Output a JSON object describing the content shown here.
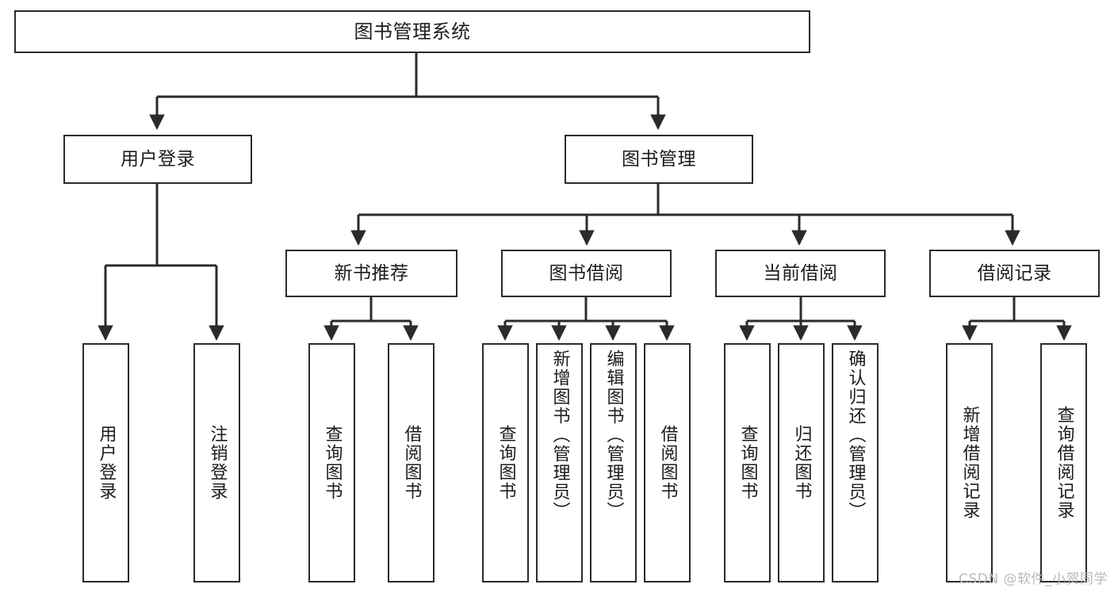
{
  "diagram": {
    "title": "图书管理系统",
    "type": "tree",
    "orientation": "top-down",
    "colors": {
      "box_border": "#2b2b2b",
      "box_fill": "#ffffff",
      "edge": "#2b2b2b",
      "text": "#1c1c1c",
      "watermark": "#b9b9b9",
      "background": "#ffffff"
    },
    "nodes": {
      "root": {
        "label": "图书管理系统"
      },
      "level1": [
        {
          "id": "user-login",
          "label": "用户登录"
        },
        {
          "id": "book-manage",
          "label": "图书管理"
        }
      ],
      "level2": [
        {
          "id": "new-book-rec",
          "label": "新书推荐"
        },
        {
          "id": "book-borrow",
          "label": "图书借阅"
        },
        {
          "id": "current-borrow",
          "label": "当前借阅"
        },
        {
          "id": "borrow-record",
          "label": "借阅记录"
        }
      ],
      "leaves": {
        "user-login": [
          {
            "id": "leaf-user-login",
            "label": "用户登录"
          },
          {
            "id": "leaf-logout",
            "label": "注销登录"
          }
        ],
        "new-book-rec": [
          {
            "id": "leaf-query-book-1",
            "label": "查询图书"
          },
          {
            "id": "leaf-borrow-book-1",
            "label": "借阅图书"
          }
        ],
        "book-borrow": [
          {
            "id": "leaf-query-book-2",
            "label": "查询图书"
          },
          {
            "id": "leaf-add-book",
            "label": "新增图书（管理员）"
          },
          {
            "id": "leaf-edit-book",
            "label": "编辑图书（管理员）"
          },
          {
            "id": "leaf-borrow-book-2",
            "label": "借阅图书"
          }
        ],
        "current-borrow": [
          {
            "id": "leaf-query-book-3",
            "label": "查询图书"
          },
          {
            "id": "leaf-return-book",
            "label": "归还图书"
          },
          {
            "id": "leaf-confirm-return",
            "label": "确认归还（管理员）"
          }
        ],
        "borrow-record": [
          {
            "id": "leaf-add-record",
            "label": "新增借阅记录"
          },
          {
            "id": "leaf-query-record",
            "label": "查询借阅记录"
          }
        ]
      }
    },
    "watermark": "CSDN @软件_小贺同学"
  }
}
